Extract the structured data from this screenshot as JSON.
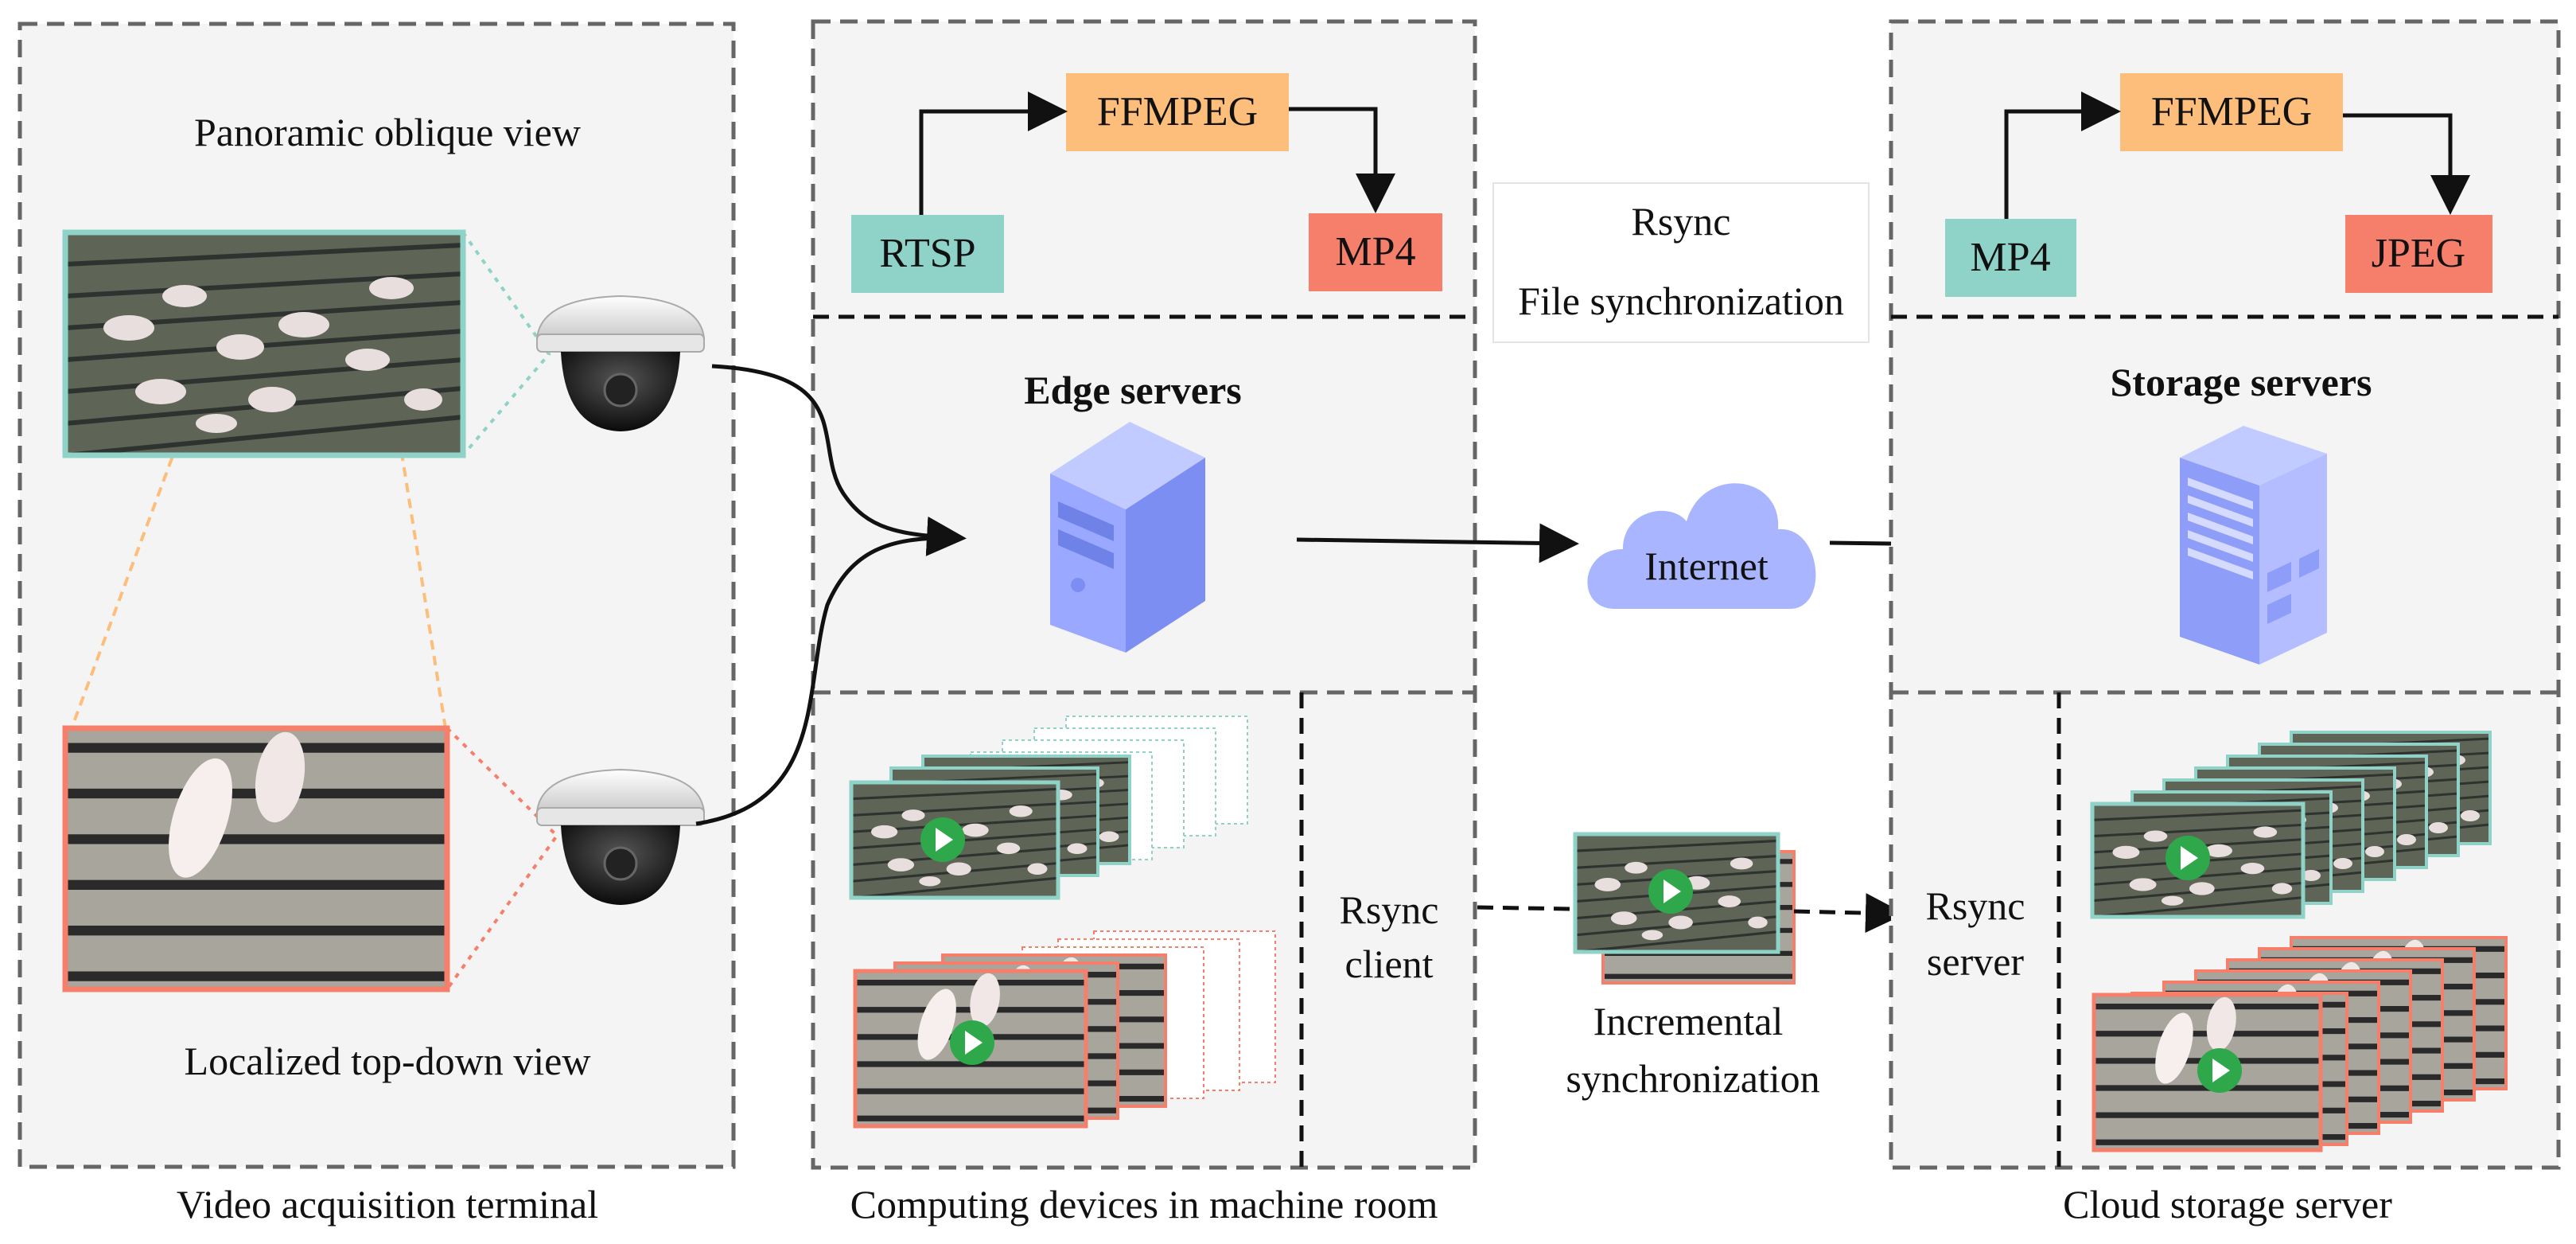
{
  "panels": {
    "acquisition": {
      "caption": "Video acquisition terminal",
      "top_label": "Panoramic oblique view",
      "bottom_label": "Localized top-down view"
    },
    "computing": {
      "caption": "Computing devices in machine room",
      "title": "Edge servers",
      "pipeline": {
        "input": "RTSP",
        "tool": "FFMPEG",
        "output": "MP4"
      },
      "client_label": [
        "Rsync",
        "client"
      ]
    },
    "cloud": {
      "caption": "Cloud storage server",
      "title": "Storage servers",
      "pipeline": {
        "input": "MP4",
        "tool": "FFMPEG",
        "output": "JPEG"
      },
      "server_label": [
        "Rsync",
        "server"
      ]
    }
  },
  "middle": {
    "rsync_box": [
      "Rsync",
      "File synchronization"
    ],
    "cloud_label": "Internet",
    "incremental_label": [
      "Incremental",
      "synchronization"
    ]
  },
  "colors": {
    "teal": "#8fd3c8",
    "orange": "#fdbe7c",
    "red": "#f67f6c",
    "server_blue": "#9aa9ff",
    "play_green": "#2ea84a",
    "panel_bg": "#f4f4f4"
  },
  "icons": [
    "camera-icon",
    "server-icon",
    "cloud-icon",
    "play-icon"
  ]
}
